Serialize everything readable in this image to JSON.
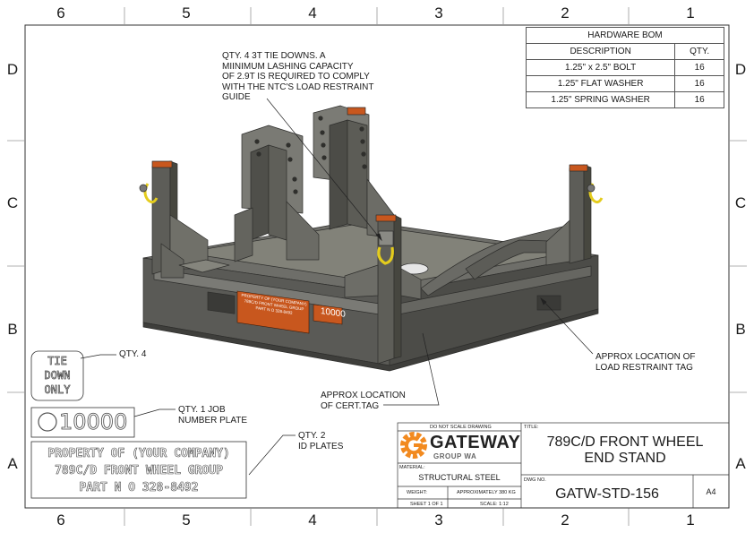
{
  "zones": {
    "columns": [
      "6",
      "5",
      "4",
      "3",
      "2",
      "1"
    ],
    "rows": [
      "D",
      "C",
      "B",
      "A"
    ]
  },
  "bom": {
    "title": "HARDWARE BOM",
    "headers": [
      "DESCRIPTION",
      "QTY."
    ],
    "rows": [
      {
        "description": "1.25\" x 2.5\" BOLT",
        "qty": "16"
      },
      {
        "description": "1.25\" FLAT WASHER",
        "qty": "16"
      },
      {
        "description": "1.25\" SPRING WASHER",
        "qty": "16"
      }
    ]
  },
  "callouts": {
    "tie_downs": [
      "QTY. 4 3T TIE DOWNS. A",
      "MIINIMUM LASHING CAPACITY",
      "OF 2.9T IS REQUIRED TO COMPLY",
      "WITH THE NTC'S LOAD RESTRAINT",
      "GUIDE"
    ],
    "restraint_tag": [
      "APPROX LOCATION OF",
      "LOAD RESTRAINT TAG"
    ],
    "cert_tag": [
      "APPROX LOCATION",
      "OF CERT.TAG"
    ],
    "tie_down_qty": "QTY. 4",
    "job_plate": [
      "QTY. 1 JOB",
      "NUMBER PLATE"
    ],
    "id_plates": [
      "QTY. 2",
      "ID PLATES"
    ]
  },
  "tags": {
    "tie_down": [
      "TIE",
      "DOWN",
      "ONLY"
    ],
    "job_number": "10000",
    "id_plate": [
      "PROPERTY OF (YOUR COMPANY)",
      "789C/D FRONT WHEEL GROUP",
      "PART N O 328-8492"
    ]
  },
  "model_tags": {
    "id_plate": [
      "PROPERTY OF (YOUR COMPANY)",
      "789C/D FRONT WHEEL GROUP",
      "PART N O 328-8492"
    ],
    "job_number": "10000"
  },
  "title_block": {
    "do_not_scale": "DO NOT SCALE DRAWING",
    "brand": "GATEWAY",
    "brand_sub": "GROUP WA",
    "material_label": "MATERIAL:",
    "material": "STRUCTURAL STEEL",
    "weight_label": "WEIGHT:",
    "weight": "APPROXIMATELY 380 KG",
    "sheet": "SHEET 1 OF 1",
    "scale": "SCALE: 1:12",
    "title_label": "TITLE:",
    "title": [
      "789C/D FRONT WHEEL",
      "END STAND"
    ],
    "dwg_label": "DWG NO.",
    "dwg_no": "GATW-STD-156",
    "size": "A4"
  },
  "colors": {
    "steel": "#5f5f5b",
    "steel_dark": "#3f3f3c",
    "steel_light": "#7b7b76",
    "tag_orange": "#c8571e",
    "shackle_yellow": "#e4cc1d",
    "brand_orange": "#f28a1f"
  }
}
